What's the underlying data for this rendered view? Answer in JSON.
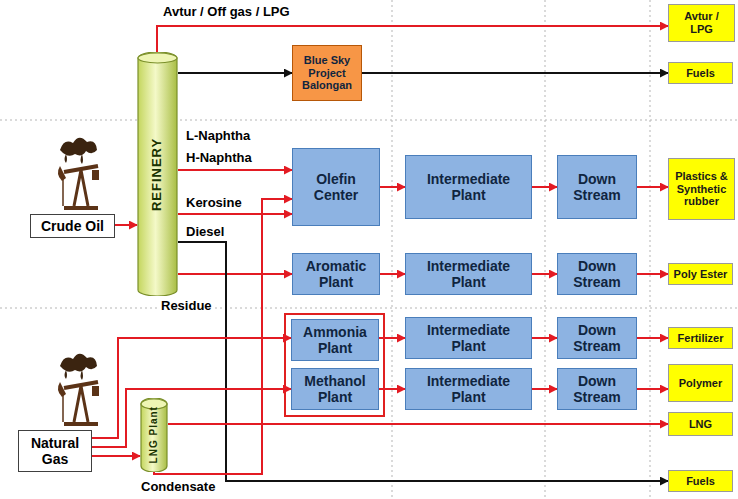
{
  "diagram": {
    "nodes": [
      {
        "text": [
          "REFINERY"
        ]
      },
      {
        "text": [
          "Crude Oil"
        ]
      },
      {
        "text": [
          "Blue Sky Project Balongan"
        ]
      },
      {
        "text": [
          "Avtur / LPG"
        ]
      },
      {
        "text": [
          "Fuels"
        ]
      },
      {
        "text": [
          "Olefin Center"
        ]
      },
      {
        "text": [
          "Intermediate Plant"
        ]
      },
      {
        "text": [
          "Down Stream"
        ]
      },
      {
        "text": [
          "Plastics & Synthetic rubber"
        ]
      },
      {
        "text": [
          "Aromatic Plant"
        ]
      },
      {
        "text": [
          "Intermediate Plant"
        ]
      },
      {
        "text": [
          "Down Stream"
        ]
      },
      {
        "text": [
          "Poly Ester"
        ]
      },
      {
        "text": [
          "Ammonia Plant"
        ]
      },
      {
        "text": [
          "Intermediate Plant"
        ]
      },
      {
        "text": [
          "Down Stream"
        ]
      },
      {
        "text": [
          "Fertilizer"
        ]
      },
      {
        "text": [
          "Methanol Plant"
        ]
      },
      {
        "text": [
          "Intermediate Plant"
        ]
      },
      {
        "text": [
          "Down Stream"
        ]
      },
      {
        "text": [
          "Polymer"
        ]
      },
      {
        "text": [
          "LNG"
        ]
      },
      {
        "text": [
          "Natural Gas"
        ]
      },
      {
        "text": [
          "LNG Plant"
        ]
      },
      {
        "text": [
          "Fuels"
        ]
      }
    ],
    "edges": [
      {
        "from": 1,
        "to": 0,
        "arrow": "to"
      },
      {
        "from": 0,
        "to": 3,
        "arrow": "to"
      },
      {
        "from": 0,
        "to": 2,
        "arrow": "to"
      },
      {
        "from": 2,
        "to": 4,
        "arrow": "to"
      },
      {
        "from": 0,
        "to": 5,
        "arrow": "to"
      },
      {
        "from": 0,
        "to": 5,
        "arrow": "to"
      },
      {
        "from": 0,
        "to": 9,
        "arrow": "to"
      },
      {
        "from": 0,
        "to": 24,
        "arrow": "to"
      },
      {
        "from": 5,
        "to": 6,
        "arrow": "to"
      },
      {
        "from": 6,
        "to": 7,
        "arrow": "to"
      },
      {
        "from": 7,
        "to": 8,
        "arrow": "to"
      },
      {
        "from": 9,
        "to": 10,
        "arrow": "to"
      },
      {
        "from": 10,
        "to": 11,
        "arrow": "to"
      },
      {
        "from": 11,
        "to": 12,
        "arrow": "to"
      },
      {
        "from": 13,
        "to": 14,
        "arrow": "to"
      },
      {
        "from": 14,
        "to": 15,
        "arrow": "to"
      },
      {
        "from": 15,
        "to": 16,
        "arrow": "to"
      },
      {
        "from": 17,
        "to": 18,
        "arrow": "to"
      },
      {
        "from": 18,
        "to": 19,
        "arrow": "to"
      },
      {
        "from": 19,
        "to": 20,
        "arrow": "to"
      },
      {
        "from": 22,
        "to": 13,
        "arrow": "to"
      },
      {
        "from": 22,
        "to": 17,
        "arrow": "to"
      },
      {
        "from": 22,
        "to": 23,
        "arrow": "to"
      },
      {
        "from": 23,
        "to": 21,
        "arrow": "to"
      },
      {
        "from": 23,
        "to": 5,
        "arrow": "to"
      }
    ],
    "labels": [
      "Avtur / Off gas / LPG",
      "L-Naphtha",
      "H-Naphtha",
      "Kerosine",
      "Diesel",
      "Residue",
      "Condensate"
    ]
  }
}
